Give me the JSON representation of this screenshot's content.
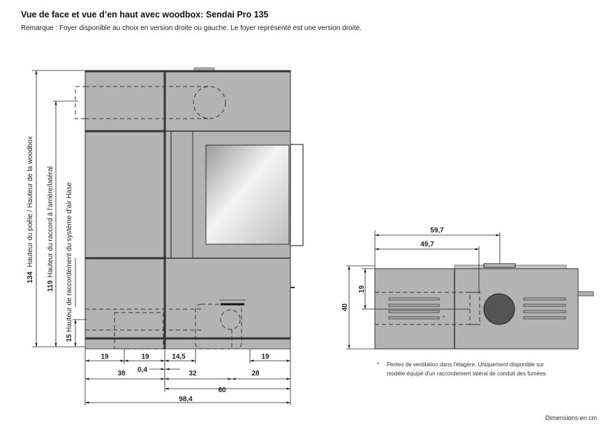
{
  "header": {
    "title": "Vue de face et vue d’en haut avec woodbox: Sendai Pro 135",
    "remark": "Remarque : Foyer disponible au choix en version droite ou gauche. Le foyer représenté est une version droite."
  },
  "front_view": {
    "vertical_dims": [
      {
        "value": "134",
        "label": "Hauteur du poêle / Hauteur de la woodbox"
      },
      {
        "value": "119",
        "label": "Hauteur du raccord à l'arrière/latéral"
      },
      {
        "value": "15",
        "label": "Hauteur de raccordement du système d'air Hase"
      }
    ],
    "horizontal_dims": [
      "19",
      "19",
      "14,5",
      "19",
      "38",
      "0,4",
      "32",
      "28",
      "60",
      "98,4"
    ]
  },
  "top_view": {
    "dims": [
      "59,7",
      "49,7",
      "19",
      "40"
    ],
    "asterisk": "*",
    "note_marker": "*",
    "note_line1": "Fentes de ventilation dans l'étagère. Uniquement disponible sur",
    "note_line2": "modèle équipé d'un raccordement latéral de conduit des fumées."
  },
  "footer": {
    "units": "Dimensions en cm"
  }
}
